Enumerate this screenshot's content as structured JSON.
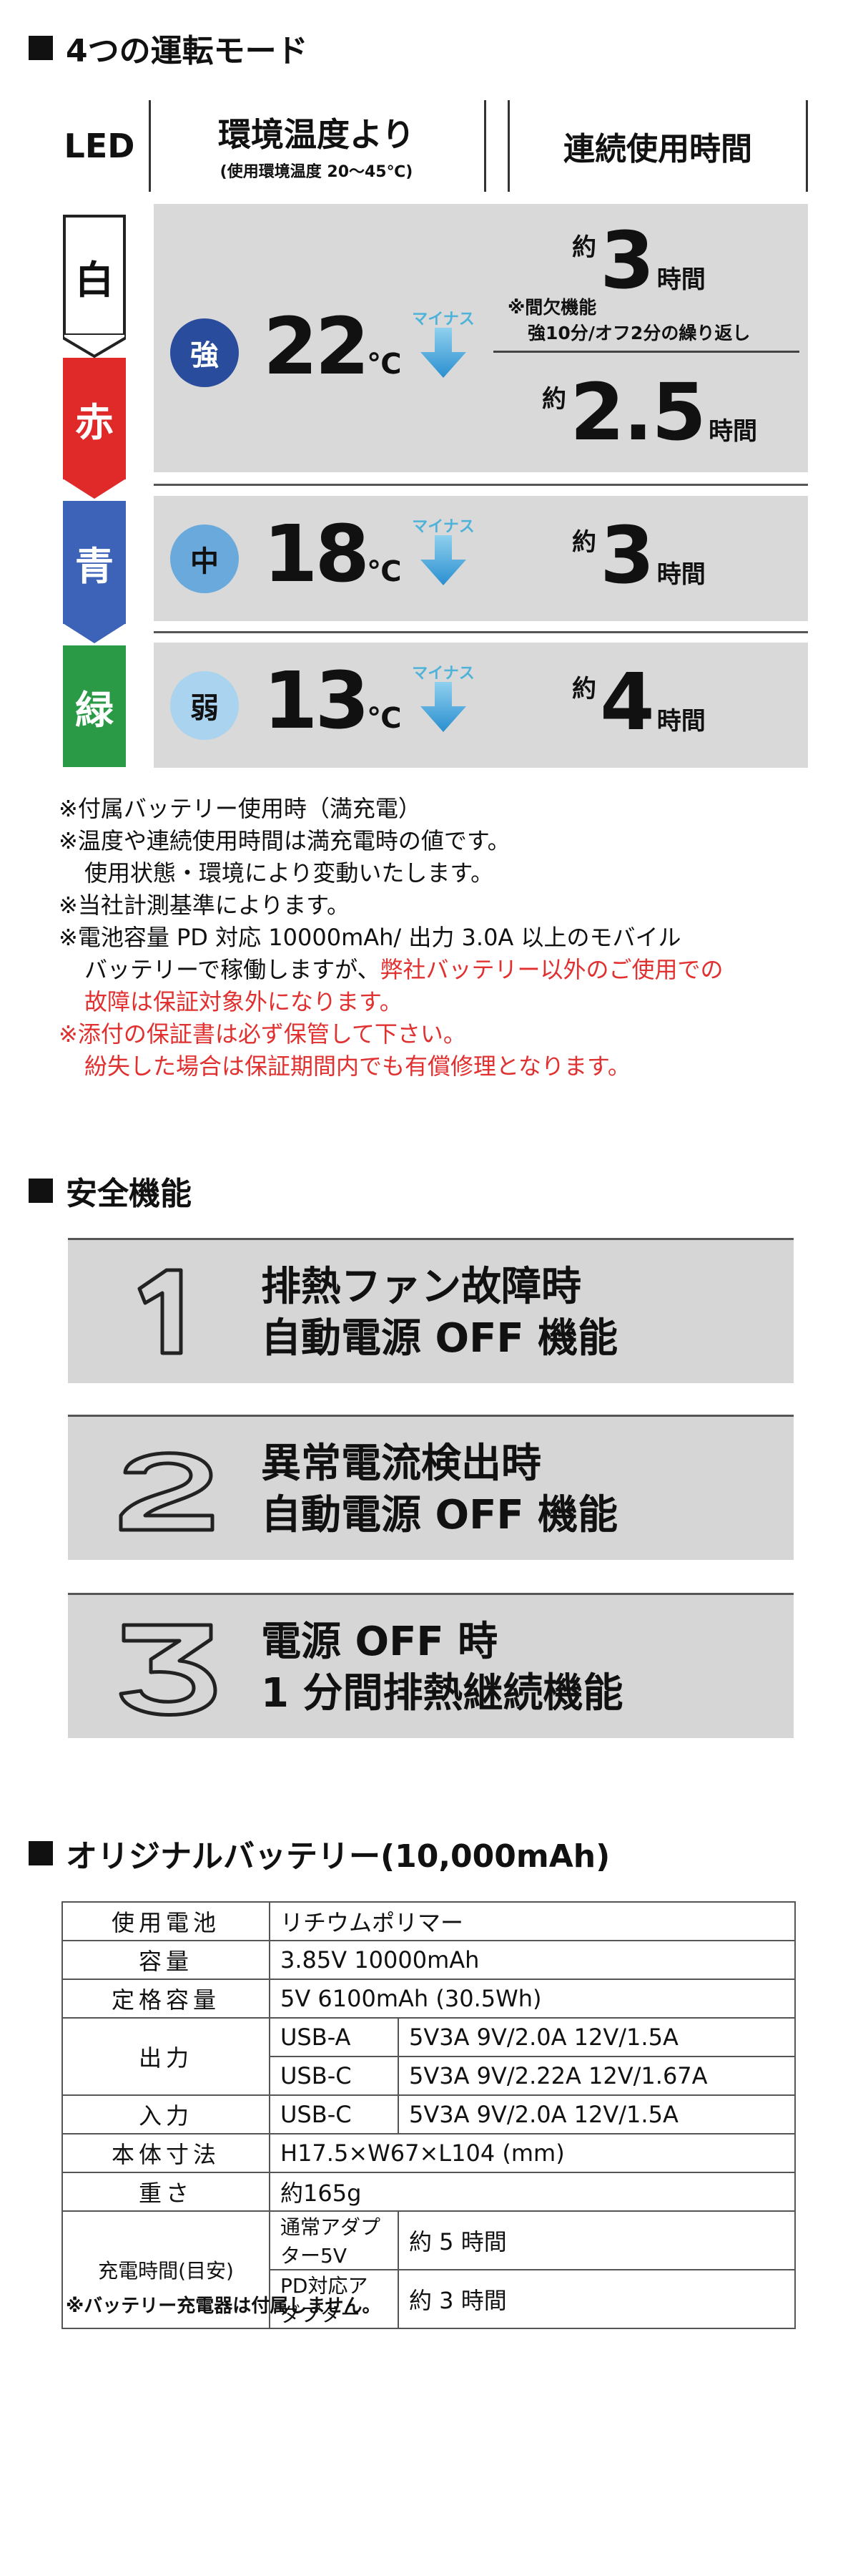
{
  "section1": {
    "title": "4つの運転モード",
    "headers": {
      "led": "LED",
      "temp_title": "環境温度より",
      "temp_sub": "(使用環境温度 20〜45℃)",
      "runtime": "連続使用時間"
    },
    "led_colors": [
      {
        "label": "白",
        "color": "#ffffff"
      },
      {
        "label": "赤",
        "color": "#e02a2a"
      },
      {
        "label": "青",
        "color": "#3d63b8"
      },
      {
        "label": "緑",
        "color": "#2b9a46"
      }
    ],
    "minus_label": "マイナス",
    "unit": "℃",
    "approx": "約",
    "hours": "時間",
    "modes": [
      {
        "badge": "強",
        "badge_color": "#2a4c9c",
        "temp": "22",
        "time_top": "3",
        "time_bottom": "2.5",
        "note_line1": "※間欠機能",
        "note_line2": "強10分/オフ2分の繰り返し"
      },
      {
        "badge": "中",
        "badge_color": "#6aa9dc",
        "temp": "18",
        "time": "3"
      },
      {
        "badge": "弱",
        "badge_color": "#a9d3ee",
        "temp": "13",
        "time": "4"
      }
    ],
    "notes": [
      "※付属バッテリー使用時（満充電）",
      "※温度や連続使用時間は満充電時の値です。",
      "使用状態・環境により変動いたします。",
      "※当社計測基準によります。",
      "※電池容量 PD 対応 10000mAh/ 出力 3.0A 以上のモバイル",
      "バッテリーで稼働しますが、",
      "弊社バッテリー以外のご使用での",
      "故障は保証対象外になります。",
      "※添付の保証書は必ず保管して下さい。",
      "紛失した場合は保証期間内でも有償修理となります。"
    ]
  },
  "section2": {
    "title": "安全機能",
    "items": [
      {
        "num": "1",
        "line1": "排熱ファン故障時",
        "line2": "自動電源 OFF 機能"
      },
      {
        "num": "2",
        "line1": "異常電流検出時",
        "line2": "自動電源 OFF 機能"
      },
      {
        "num": "3",
        "line1": "電源 OFF 時",
        "line2": "1 分間排熱継続機能"
      }
    ]
  },
  "section3": {
    "title": "オリジナルバッテリー(10,000mAh)",
    "rows": {
      "battery": {
        "label": "使用電池",
        "value": "リチウムポリマー"
      },
      "capacity": {
        "label": "容量",
        "value": "3.85V 10000mAh"
      },
      "rated": {
        "label": "定格容量",
        "value": "5V 6100mAh (30.5Wh)"
      },
      "output": {
        "label": "出力",
        "a_port": "USB-A",
        "a_value": "5V3A  9V/2.0A   12V/1.5A",
        "c_port": "USB-C",
        "c_value": "5V3A  9V/2.22A 12V/1.67A"
      },
      "input": {
        "label": "入力",
        "port": "USB-C",
        "value": "5V3A  9V/2.0A   12V/1.5A"
      },
      "size": {
        "label": "本体寸法",
        "value": "H17.5×W67×L104 (mm)"
      },
      "weight": {
        "label": "重さ",
        "value": "約165g"
      },
      "charge": {
        "label": "充電時間(目安)",
        "std_label": "通常アダプター5V",
        "std_value": "約 5 時間",
        "pd_label": "PD対応アダプター",
        "pd_value": "約 3 時間"
      }
    },
    "footnote": "※バッテリー充電器は付属しません。"
  }
}
